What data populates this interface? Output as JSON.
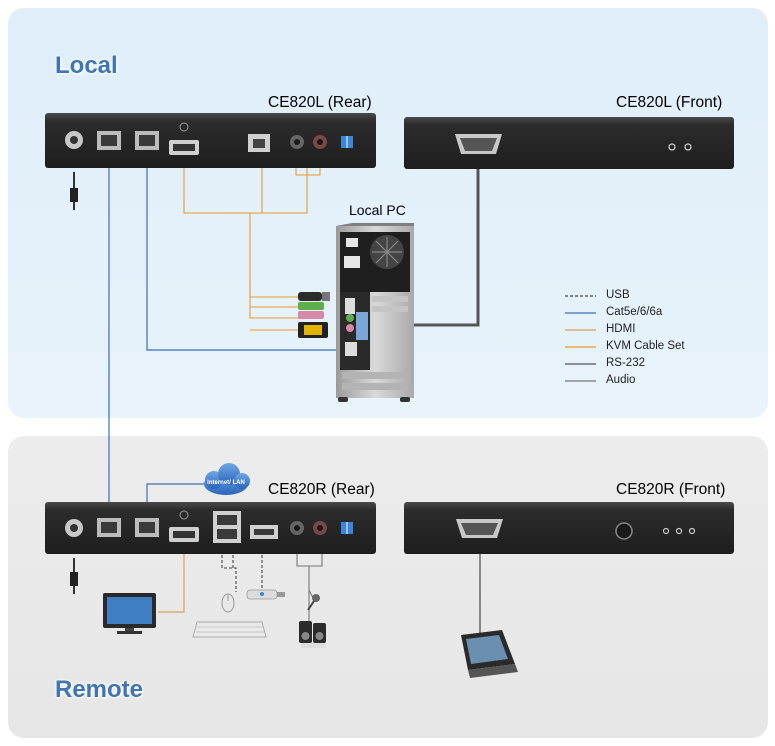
{
  "sections": {
    "local": "Local",
    "remote": "Remote"
  },
  "devices": {
    "ce820l_rear": "CE820L (Rear)",
    "ce820l_front": "CE820L (Front)",
    "local_pc": "Local PC",
    "ce820r_rear": "CE820R (Rear)",
    "ce820r_front": "CE820R (Front)",
    "cloud": "Internet/ LAN"
  },
  "legend": [
    {
      "label": "USB",
      "style": "dashed",
      "color": "#444444"
    },
    {
      "label": "Cat5e/6/6a",
      "style": "solid",
      "color": "#3d6fb0"
    },
    {
      "label": "HDMI",
      "style": "solid",
      "color": "#d8a35a"
    },
    {
      "label": "KVM Cable Set",
      "style": "solid",
      "color": "#e79a2e"
    },
    {
      "label": "RS-232",
      "style": "solid",
      "color": "#555555"
    },
    {
      "label": "Audio",
      "style": "solid",
      "color": "#777777"
    }
  ],
  "colors": {
    "local_panel": "#e2eff9",
    "remote_panel": "#e9e9e9",
    "section_title": "#3f74b5",
    "device_body": "#2b2b2b",
    "cat5_line": "#3d6fb0",
    "hdmi_line": "#d8a35a",
    "rs232_line": "#555555"
  }
}
